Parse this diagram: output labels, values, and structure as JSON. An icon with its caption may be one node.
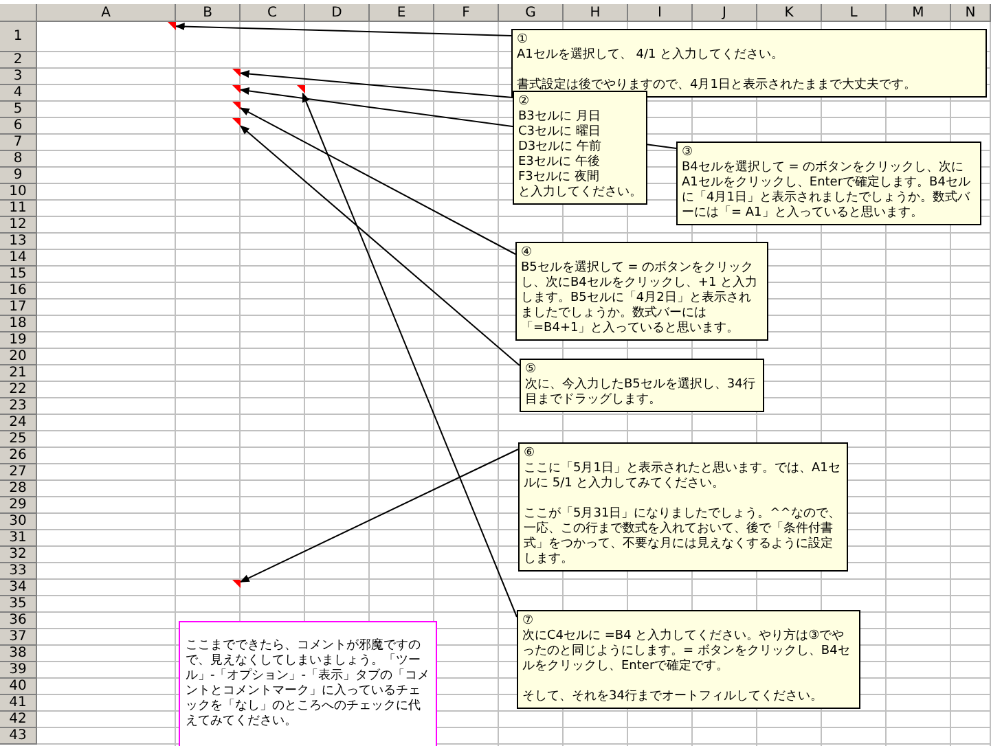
{
  "diagram": {
    "nodes": [
      {
        "text": [],
        "shape": "triangle"
      },
      {
        "text": [],
        "shape": "triangle"
      },
      {
        "text": [],
        "shape": "triangle"
      },
      {
        "text": [],
        "shape": "triangle"
      },
      {
        "text": [],
        "shape": "triangle"
      },
      {
        "text": [],
        "shape": "triangle"
      },
      {
        "text": [],
        "shape": "triangle"
      },
      {
        "text": [
          "①",
          "A1セルを選択して、 4/1 と入力してください。",
          "書式設定は後でやりますので、4月1日と表示されたままで大丈夫です。"
        ]
      },
      {
        "text": [
          "②",
          "B3セルに 月日",
          "C3セルに 曜日",
          "D3セルに 午前",
          "E3セルに 午後",
          "F3セルに 夜間",
          "と入力してください。"
        ]
      },
      {
        "text": [
          "③",
          "B4セルを選択して = のボタンをクリックし、次にA1セルをクリックし、Enterで確定します。B4セルに「4月1日」と表示されましたでしょうか。数式バーには「= A1」と入っていると思います。"
        ]
      },
      {
        "text": [
          "④",
          "B5セルを選択して = のボタンをクリックし、次にB4セルをクリックし、+1 と入力します。B5セルに「4月2日」と表示されましたでしょうか。数式バーには「=B4+1」と入っていると思います。"
        ]
      },
      {
        "text": [
          "⑤",
          "次に、今入力したB5セルを選択し、34行目までドラッグします。"
        ]
      },
      {
        "text": [
          "⑥",
          "ここに「5月1日」と表示されたと思います。では、A1セルに 5/1 と入力してみてください。",
          "ここが「5月31日」になりましたでしょう。^^なので、一応、この行まで数式を入れておいて、後で「条件付書式」をつかって、不要な月には見えなくするように設定します。"
        ]
      },
      {
        "text": [
          "⑦",
          "次にC4セルに =B4 と入力してください。やり方は③でやったのと同じようにします。= ボタンをクリックし、B4セルをクリックし、Enterで確定です。",
          "そして、それを34行までオートフィルしてください。"
        ]
      },
      {
        "text": [
          "ここまでできたら、コメントが邪魔ですので、見えなくしてしまいましょう。「ツール」-「オプション」-「表示」タブの「コメントとコメントマーク」に入っているチェックを「なし」のところへのチェックに代えてみてください。"
        ]
      }
    ],
    "edges": [
      {
        "from": 7,
        "to": 0,
        "arrow": "to"
      },
      {
        "from": 8,
        "to": 1,
        "arrow": "to"
      },
      {
        "from": 9,
        "to": 2,
        "arrow": "to"
      },
      {
        "from": 10,
        "to": 4,
        "arrow": "to"
      },
      {
        "from": 11,
        "to": 5,
        "arrow": "to"
      },
      {
        "from": 12,
        "to": 6,
        "arrow": "to"
      },
      {
        "from": 13,
        "to": 3,
        "arrow": "to"
      }
    ],
    "labels": [
      "A",
      "B",
      "C",
      "D",
      "E",
      "F",
      "G",
      "H",
      "I",
      "J",
      "K",
      "L",
      "M",
      "N",
      "1",
      "2",
      "3",
      "4",
      "5",
      "6",
      "7",
      "8",
      "9",
      "10",
      "11",
      "12",
      "13",
      "14",
      "15",
      "16",
      "17",
      "18",
      "19",
      "20",
      "21",
      "22",
      "23",
      "24",
      "25",
      "26",
      "27",
      "28",
      "29",
      "30",
      "31",
      "32",
      "33",
      "34",
      "35",
      "36",
      "37",
      "38",
      "39",
      "40",
      "41",
      "42",
      "43"
    ]
  }
}
